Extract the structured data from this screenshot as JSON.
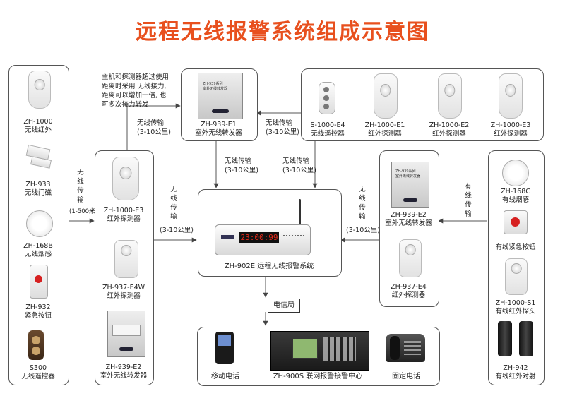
{
  "title": "远程无线报警系统组成示意图",
  "left_column": [
    {
      "model": "ZH-1000",
      "name": "无线红外"
    },
    {
      "model": "ZH-933",
      "name": "无线门磁"
    },
    {
      "model": "ZH-168B",
      "name": "无线烟感"
    },
    {
      "model": "ZH-932",
      "name": "紧急按钮"
    },
    {
      "model": "S300",
      "name": "无线遥控器"
    }
  ],
  "left_link": {
    "text": "无线传输",
    "range": "(1-500米)"
  },
  "col2": [
    {
      "model": "ZH-1000-E3",
      "name": "红外探测器"
    },
    {
      "model": "ZH-937-E4W",
      "name": "红外探测器"
    },
    {
      "model": "ZH-939-E2",
      "name": "室外无线转发器"
    }
  ],
  "col2_link": {
    "text": "无线传输",
    "range": "(3-10公里)"
  },
  "note": [
    "主机和探测器超过使用",
    "距离时采用  无线接力,",
    "距离可以增加一倍, 也",
    "可多次接力转发"
  ],
  "top_repeater": {
    "model": "ZH-939-E1",
    "name": "室外无线转发器",
    "box_text": "ZH-939系列",
    "box_sub": "室外无线转发器"
  },
  "top_left_link": {
    "text": "无线传输",
    "range": "(3-10公里)"
  },
  "top_right_link": {
    "text": "无线传输",
    "range": "(3-10公里)"
  },
  "top_group": [
    {
      "model": "S-1000-E4",
      "name": "无线遥控器"
    },
    {
      "model": "ZH-1000-E1",
      "name": "红外探测器"
    },
    {
      "model": "ZH-1000-E2",
      "name": "红外探测器"
    },
    {
      "model": "ZH-1000-E3",
      "name": "红外探测器"
    }
  ],
  "mid_links": [
    {
      "text": "无线传输",
      "range": "(3-10公里)"
    },
    {
      "text": "无线传输",
      "range": "(3-10公里)"
    }
  ],
  "host": {
    "label": "ZH-902E  远程无线报警系统",
    "display": "23:00:99"
  },
  "right_mid": [
    {
      "model": "ZH-939-E2",
      "name": "室外无线转发器",
      "box_text": "ZH-939系列",
      "box_sub": "室外无线转发器"
    },
    {
      "model": "ZH-937-E4",
      "name": "红外探测器"
    }
  ],
  "right_mid_link": {
    "text": "无线传输",
    "range": "(3-10公里)"
  },
  "wired_link": {
    "text": "有线传输"
  },
  "right_column": [
    {
      "model": "ZH-168C",
      "name": "有线烟感"
    },
    {
      "model": "",
      "name": "有线紧急按钮"
    },
    {
      "model": "ZH-1000-S1",
      "name": "有线红外探头"
    },
    {
      "model": "ZH-942",
      "name": "有线红外对射"
    }
  ],
  "telecom": "电信局",
  "bottom": [
    {
      "name": "移动电话"
    },
    {
      "name": "ZH-900S  联网报警接警中心"
    },
    {
      "name": "固定电话"
    }
  ],
  "colors": {
    "title": "#e8501e",
    "display": "#e02a1a",
    "lines": "#555555"
  }
}
